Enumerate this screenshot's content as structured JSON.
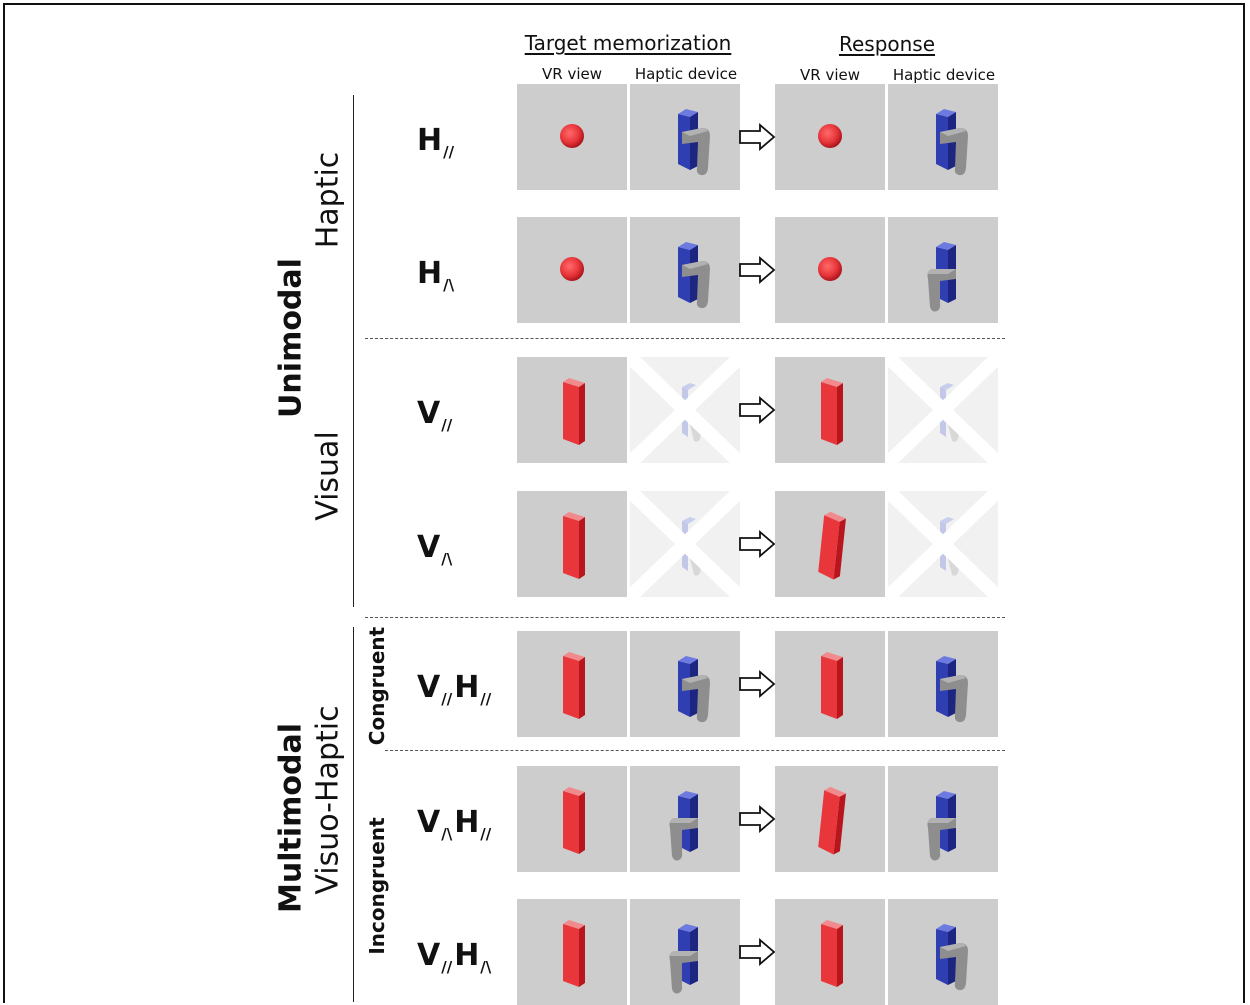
{
  "headers": {
    "target": "Target memorization",
    "response": "Response",
    "vr_view": "VR view",
    "haptic_device": "Haptic device"
  },
  "side_labels": {
    "unimodal": "Unimodal",
    "haptic": "Haptic",
    "visual": "Visual",
    "multimodal": "Multimodal",
    "visuo_haptic": "Visuo-Haptic",
    "congruent": "Congruent",
    "incongruent": "Incongruent"
  },
  "rows": [
    {
      "label": [
        {
          "letter": "H",
          "sub": "//"
        }
      ],
      "panels": [
        "sphere",
        "haptic-upright",
        "sphere",
        "haptic-upright"
      ]
    },
    {
      "label": [
        {
          "letter": "H",
          "sub": "/\\"
        }
      ],
      "panels": [
        "sphere",
        "haptic-upright",
        "sphere",
        "haptic-tilted"
      ]
    },
    {
      "label": [
        {
          "letter": "V",
          "sub": "//"
        }
      ],
      "panels": [
        "block",
        "crossed-out",
        "block",
        "crossed-out"
      ]
    },
    {
      "label": [
        {
          "letter": "V",
          "sub": "/\\"
        }
      ],
      "panels": [
        "block",
        "crossed-out",
        "block-tilted",
        "crossed-out"
      ]
    },
    {
      "label": [
        {
          "letter": "V",
          "sub": "//"
        },
        {
          "letter": "H",
          "sub": "//"
        }
      ],
      "panels": [
        "block",
        "haptic-upright",
        "block",
        "haptic-upright"
      ]
    },
    {
      "label": [
        {
          "letter": "V",
          "sub": "/\\"
        },
        {
          "letter": "H",
          "sub": "//"
        }
      ],
      "panels": [
        "block",
        "haptic-tilted",
        "block-tilted",
        "haptic-tilted"
      ]
    },
    {
      "label": [
        {
          "letter": "V",
          "sub": "//"
        },
        {
          "letter": "H",
          "sub": "/\\"
        }
      ],
      "panels": [
        "block",
        "haptic-tilted",
        "block",
        "haptic-upright"
      ]
    }
  ],
  "colors": {
    "panel_bg": "#cdcdcd",
    "red": "#e8363b",
    "blue": "#2f3fb2",
    "grey": "#8e8e8e"
  }
}
